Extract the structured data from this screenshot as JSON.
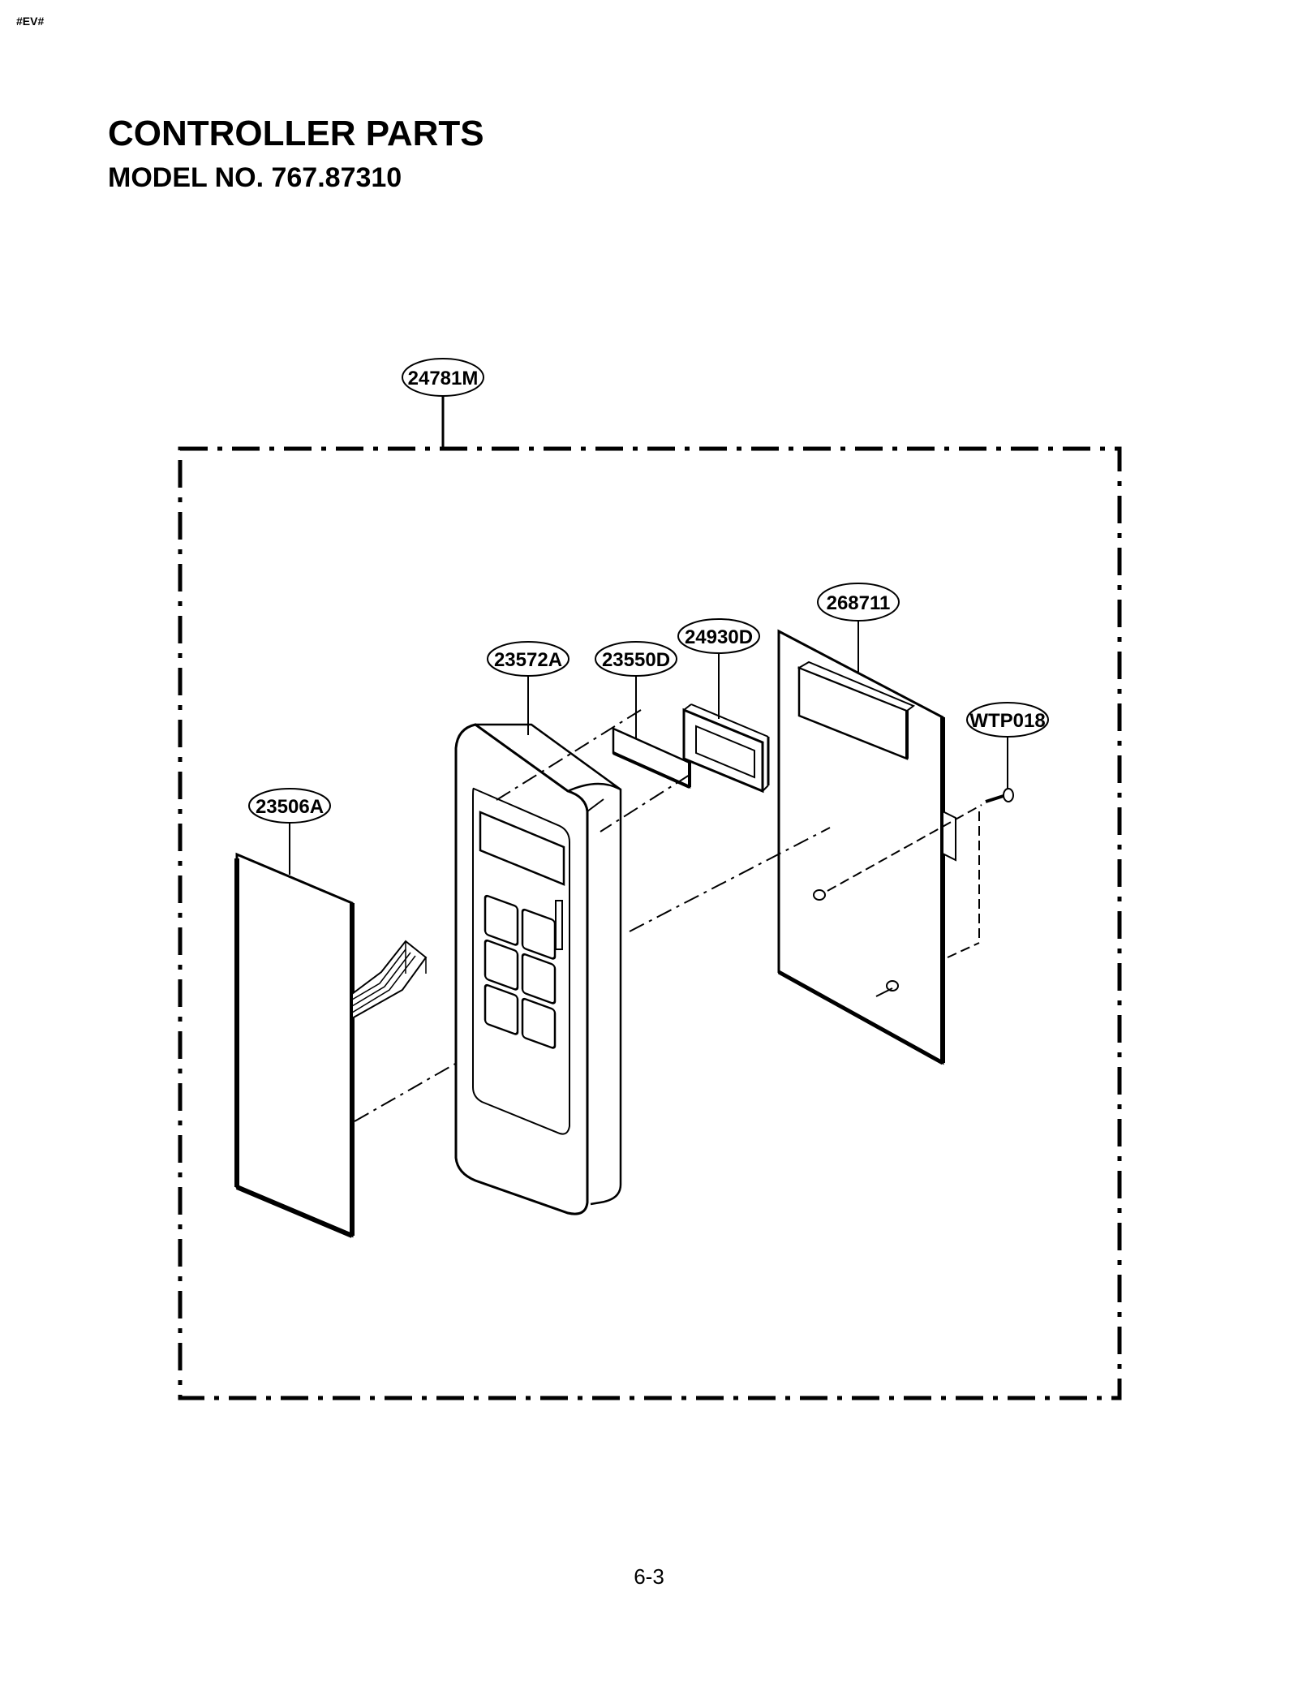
{
  "page": {
    "tag": "#EV#",
    "title": "CONTROLLER PARTS",
    "subtitle": "MODEL NO. 767.87310",
    "page_number": "6-3"
  },
  "parts": {
    "assembly": "24781M",
    "pcb": "268711",
    "lens": "24930D",
    "window": "23550D",
    "panel": "23572A",
    "screw": "WTP018",
    "membrane": "23506A"
  }
}
